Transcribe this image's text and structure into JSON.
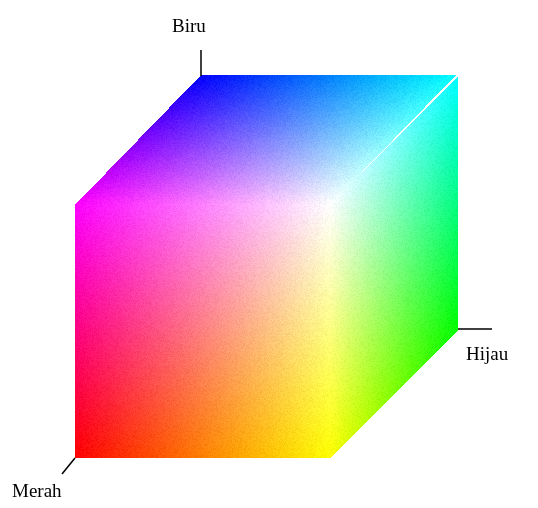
{
  "diagram": {
    "labels": [
      "Biru",
      "Hijau",
      "Merah"
    ]
  }
}
